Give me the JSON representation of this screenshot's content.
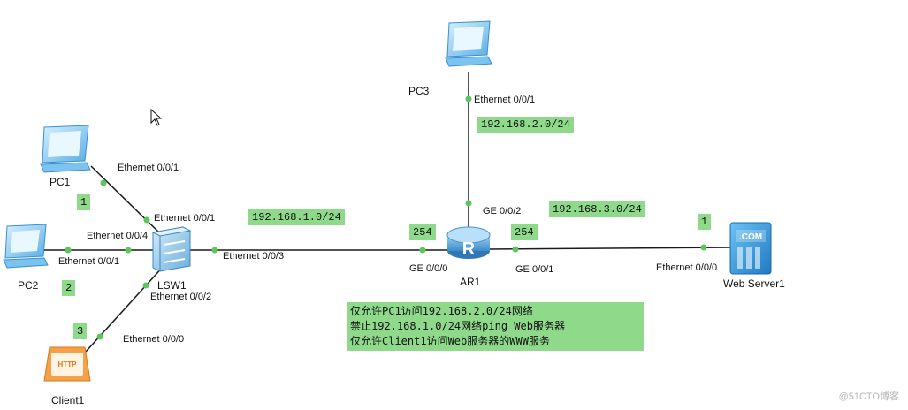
{
  "nodes": {
    "pc1": "PC1",
    "pc2": "PC2",
    "pc3": "PC3",
    "client1": "Client1",
    "lsw1": "LSW1",
    "ar1": "AR1",
    "web_server1": "Web Server1"
  },
  "ports": {
    "pc1_eth": "Ethernet 0/0/1",
    "lsw1_eth1": "Ethernet 0/0/1",
    "lsw1_eth4": "Ethernet 0/0/4",
    "pc2_eth": "Ethernet 0/0/1",
    "lsw1_eth2": "Ethernet 0/0/2",
    "client1_eth": "Ethernet 0/0/0",
    "lsw1_eth3": "Ethernet 0/0/3",
    "ar1_ge000": "GE 0/0/0",
    "ar1_ge001": "GE 0/0/1",
    "ar1_ge002": "GE 0/0/2",
    "pc3_eth": "Ethernet 0/0/1",
    "web_eth": "Ethernet 0/0/0"
  },
  "tags": {
    "pc1_num": "1",
    "pc2_num": "2",
    "client1_num": "3",
    "net_192_168_1": "192.168.1.0/24",
    "net_192_168_2": "192.168.2.0/24",
    "net_192_168_3": "192.168.3.0/24",
    "ar1_left_254": "254",
    "ar1_right_254": "254",
    "web_num": "1"
  },
  "notes": [
    "仅允许PC1访问192.168.2.0/24网络",
    "禁止192.168.1.0/24网络ping Web服务器",
    "仅允许Client1访问Web服务器的WWW服务"
  ],
  "icons": {
    "web_server_badge": ".COM",
    "client_badge": "HTTP"
  },
  "watermark": "@51CTO博客",
  "colors": {
    "link": "#1a1a1a",
    "port_dot": "#5dc65a",
    "tag_bg": "#8ed98a",
    "pc_blue": "#6db9e8"
  }
}
